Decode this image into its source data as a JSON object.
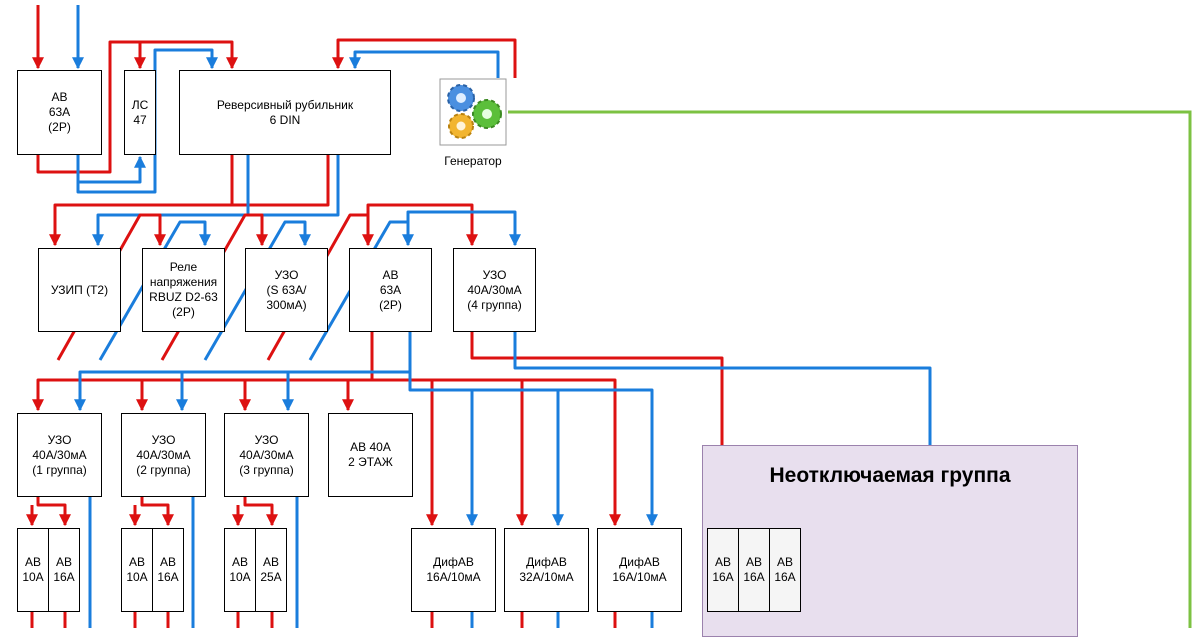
{
  "colors": {
    "phase": "#dd1111",
    "neutral": "#1a7ddc",
    "ground": "#7cc242",
    "zone_fill": "#e8dfee"
  },
  "top_row": {
    "av_main": "АВ\n63А\n(2Р)",
    "ls": "ЛС\n47",
    "switch": "Реверсивный рубильник\n6 DIN",
    "generator": {
      "label": "Генератор",
      "icon": "gears-icon"
    }
  },
  "row2": {
    "uzip": "УЗИП (Т2)",
    "relay": "Реле\nнапряжения\nRBUZ D2-63\n(2Р)",
    "uzo_main": "УЗО\n(S 63А/\n300мА)",
    "av63": "АВ\n63А\n(2Р)",
    "uzo_g4": "УЗО\n40А/30мА\n(4 группа)"
  },
  "row3": {
    "uzo_g1": "УЗО\n40А/30мА\n(1 группа)",
    "uzo_g2": "УЗО\n40А/30мА\n(2 группа)",
    "uzo_g3": "УЗО\n40А/30мА\n(3 группа)",
    "av40": "АВ 40А\n2 ЭТАЖ"
  },
  "row4": {
    "g1_a": "АВ\n10А",
    "g1_b": "АВ\n16А",
    "g2_a": "АВ\n10А",
    "g2_b": "АВ\n16А",
    "g3_a": "АВ\n10А",
    "g3_b": "АВ\n25А",
    "dif1": "ДифАВ\n16А/10мА",
    "dif2": "ДифАВ\n32А/10мА",
    "dif3": "ДифАВ\n16А/10мА",
    "ng_a": "АВ\n16А",
    "ng_b": "АВ\n16А",
    "ng_c": "АВ\n16А"
  },
  "zone": {
    "title": "Неотключаемая\nгруппа"
  }
}
